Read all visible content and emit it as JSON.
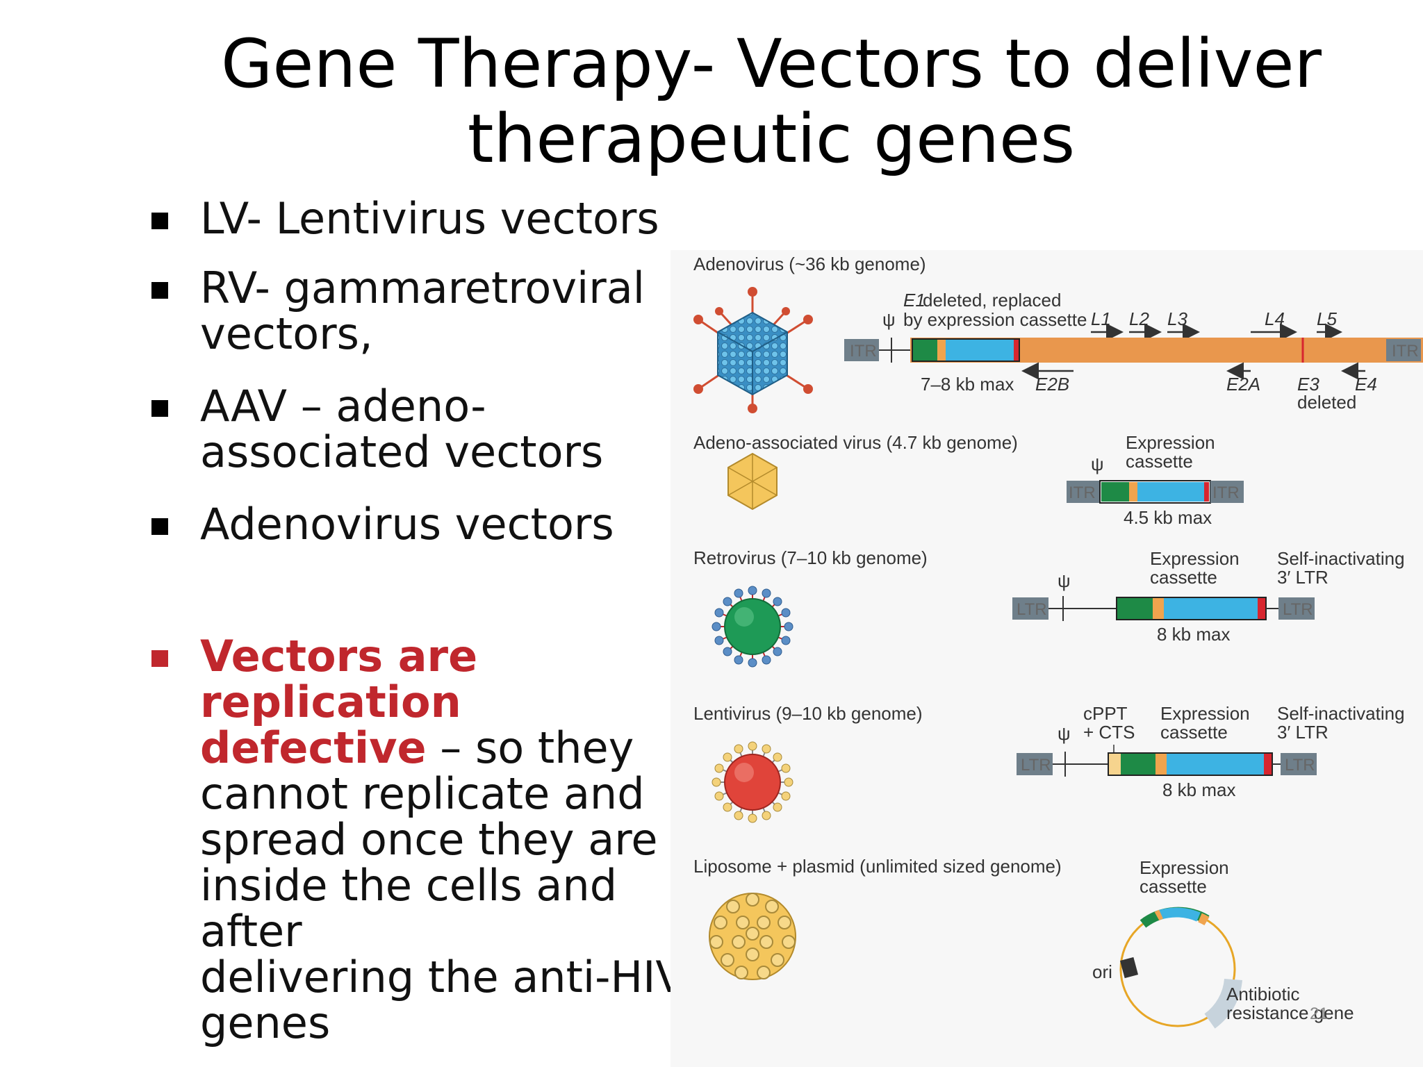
{
  "title": {
    "line1": "Gene Therapy- Vectors to deliver",
    "line2": "therapeutic genes"
  },
  "bullets": [
    {
      "text": "LV- Lentivirus vectors"
    },
    {
      "line1": "RV- gammaretroviral",
      "line2": "vectors,"
    },
    {
      "line1": "AAV – adeno-",
      "line2": "associated vectors"
    },
    {
      "text": "Adenovirus vectors"
    }
  ],
  "note": {
    "red1": "Vectors are replication",
    "red2": "defective",
    "rest2": " – so they",
    "line3": "cannot replicate and",
    "line4": "spread once they are",
    "line5": "inside the cells and after",
    "line6": "delivering the anti-HIV",
    "line7": "genes"
  },
  "figure": {
    "adenovirus": {
      "heading": "Adenovirus (~36 kb genome)",
      "e1_note_1": "E1",
      "e1_note_1b": " deleted, replaced",
      "e1_note_2": "by expression cassette",
      "psi": "ψ",
      "itr_left": "ITR",
      "itr_right": "ITR",
      "l1": "L1",
      "l2": "L2",
      "l3": "L3",
      "l4": "L4",
      "l5": "L5",
      "max": "7–8 kb max",
      "e2b": "E2B",
      "e2a": "E2A",
      "e3": "E3",
      "e3_deleted": "deleted",
      "e4": "E4"
    },
    "aav": {
      "heading": "Adeno-associated virus (4.7 kb genome)",
      "cassette_1": "Expression",
      "cassette_2": "cassette",
      "psi": "ψ",
      "itr_left": "ITR",
      "itr_right": "ITR",
      "max": "4.5 kb max"
    },
    "retrovirus": {
      "heading": "Retrovirus (7–10 kb genome)",
      "cassette_1": "Expression",
      "cassette_2": "cassette",
      "sin_1": "Self-inactivating",
      "sin_2": "3′ LTR",
      "psi": "ψ",
      "ltr_left": "LTR",
      "ltr_right": "LTR",
      "max": "8 kb max"
    },
    "lentivirus": {
      "heading": "Lentivirus (9–10 kb genome)",
      "cppt_1": "cPPT",
      "cppt_2": "+ CTS",
      "cassette_1": "Expression",
      "cassette_2": "cassette",
      "sin_1": "Self-inactivating",
      "sin_2": "3′ LTR",
      "psi": "ψ",
      "ltr_left": "LTR",
      "ltr_right": "LTR",
      "max": "8 kb max"
    },
    "liposome": {
      "heading": "Liposome + plasmid (unlimited sized genome)",
      "cassette_1": "Expression",
      "cassette_2": "cassette",
      "ori": "ori",
      "resistance_1": "Antibiotic",
      "resistance_2": "resistance gene"
    },
    "page_number": "21"
  },
  "colors": {
    "orange_genome": "#e9974d",
    "blue_gene": "#3db3e3",
    "green_promoter": "#1e8a46",
    "red_polyA": "#d7262f",
    "gray_itr": "#6f7f8a",
    "red_text": "#c0272d"
  }
}
